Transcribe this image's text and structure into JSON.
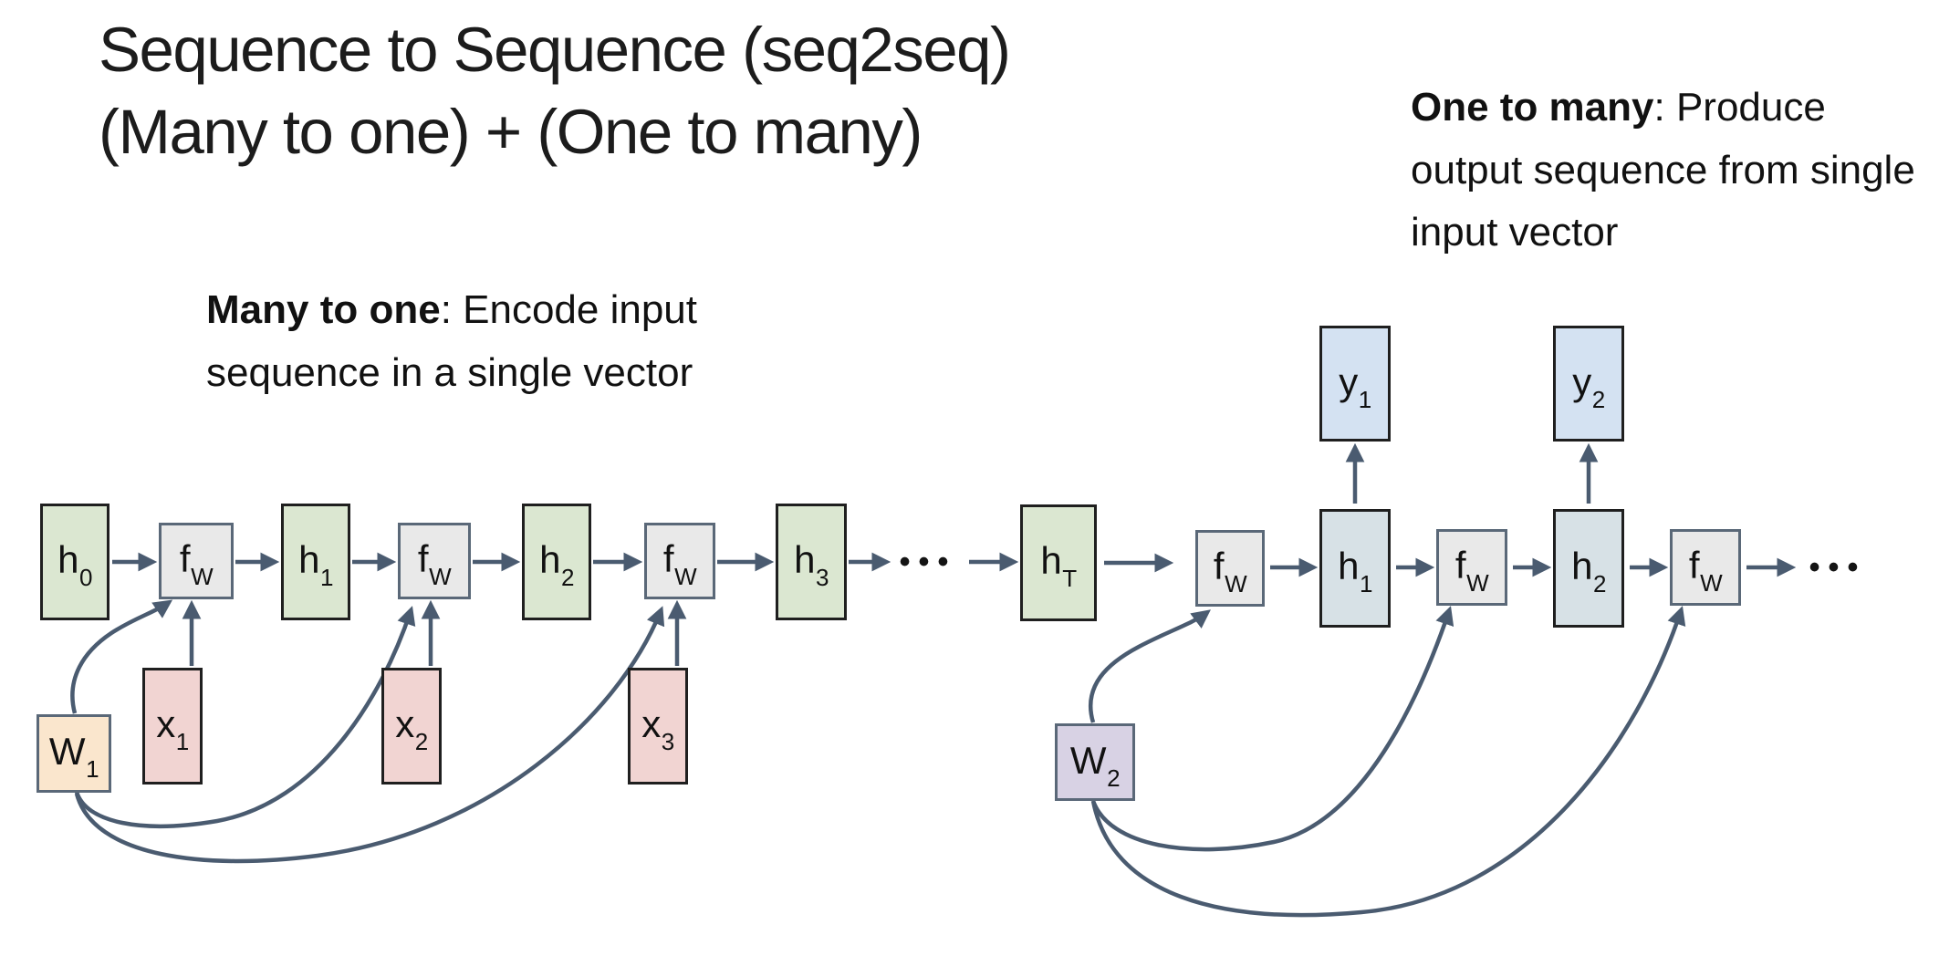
{
  "slide": {
    "title_line1": "Sequence to Sequence (seq2seq)",
    "title_line2": "(Many to one) + (One to many)"
  },
  "annotations": {
    "many_to_one": {
      "bold": "Many to one",
      "rest": ": Encode input sequence in a single vector"
    },
    "one_to_many": {
      "bold": "One to many",
      "rest": ": Produce output sequence from single input vector"
    }
  },
  "nodes": {
    "h0": {
      "base": "h",
      "sub": "0"
    },
    "h1": {
      "base": "h",
      "sub": "1"
    },
    "h2": {
      "base": "h",
      "sub": "2"
    },
    "h3": {
      "base": "h",
      "sub": "3"
    },
    "hT": {
      "base": "h",
      "sub": "T"
    },
    "fw": {
      "base": "f",
      "sub": "W"
    },
    "x1": {
      "base": "x",
      "sub": "1"
    },
    "x2": {
      "base": "x",
      "sub": "2"
    },
    "x3": {
      "base": "x",
      "sub": "3"
    },
    "y1": {
      "base": "y",
      "sub": "1"
    },
    "y2": {
      "base": "y",
      "sub": "2"
    },
    "W1": {
      "base": "W",
      "sub": "1"
    },
    "W2": {
      "base": "W",
      "sub": "2"
    }
  },
  "ellipsis": "•••",
  "colors": {
    "hidden_state_green": "#dbe7d1",
    "function_box_gray": "#e9e9e9",
    "input_pink": "#f1d4d2",
    "weight_w1_tan": "#fae6cd",
    "weight_w2_lavender": "#d8d2e4",
    "output_blue": "#d4e2f2",
    "decoder_state_bluegray": "#d7e1e6",
    "arrow_slate": "#4a5b70",
    "border_dark": "#1f1f1f",
    "border_bluegray": "#5a6878"
  }
}
